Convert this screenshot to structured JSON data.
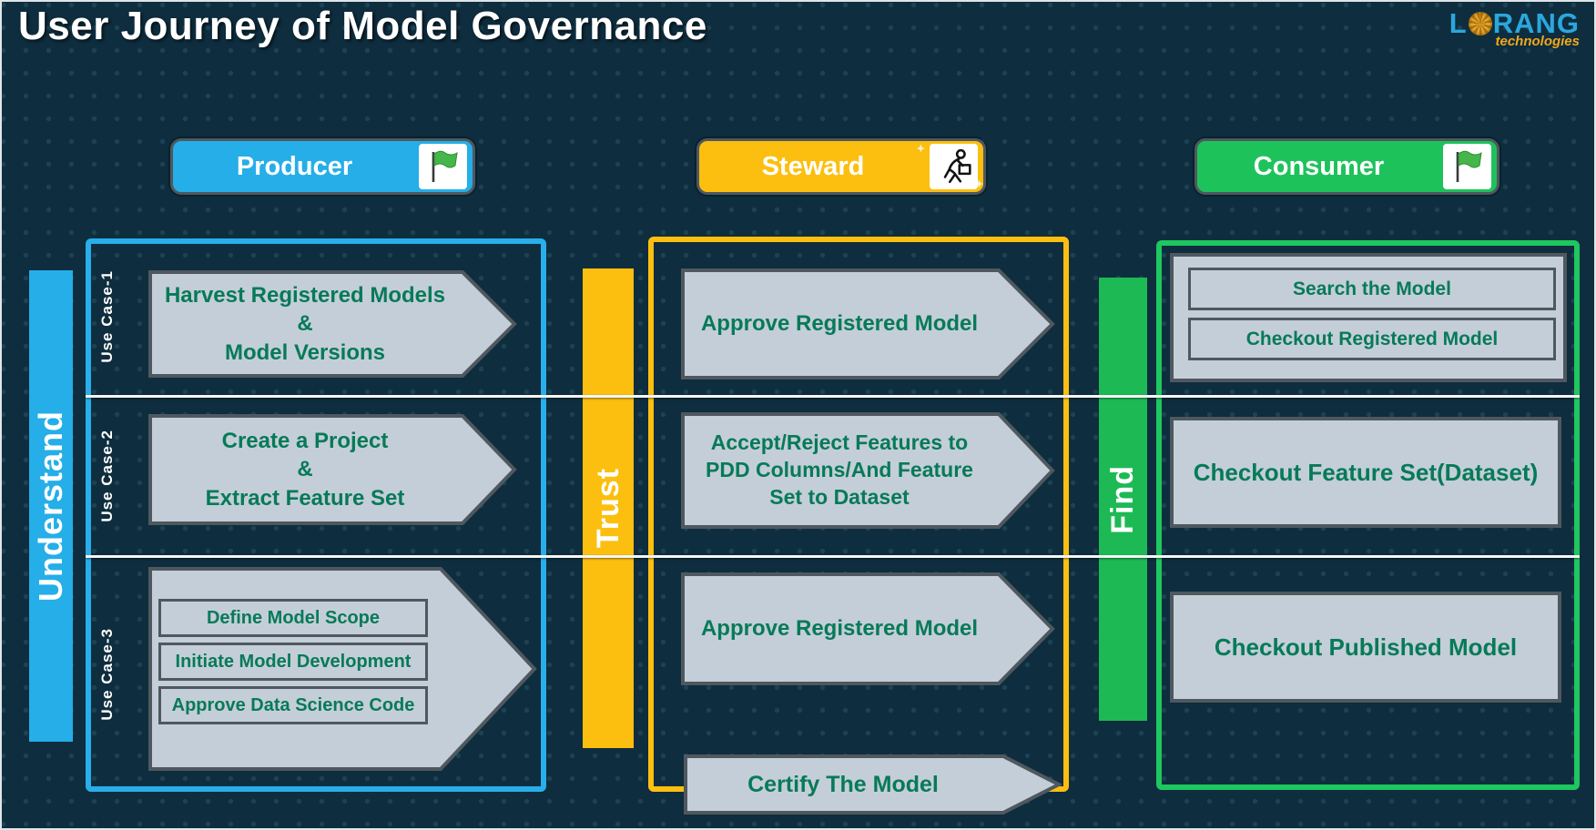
{
  "title": "User Journey of Model Governance",
  "logo": {
    "part1": "L",
    "part2": "RANG",
    "tagline": "technologies",
    "globe_icon": "globe-icon"
  },
  "roles": {
    "producer": "Producer",
    "steward": "Steward",
    "consumer": "Consumer",
    "producer_icon": "flag-icon",
    "steward_icon": "person-carrying-box-icon",
    "consumer_icon": "flag-icon"
  },
  "phases": {
    "understand": "Understand",
    "trust": "Trust",
    "find": "Find"
  },
  "producer": {
    "use_case_1_label": "Use Case-1",
    "use_case_2_label": "Use Case-2",
    "use_case_3_label": "Use Case-3",
    "use_case_1_text": "Harvest Registered Models\n&\nModel Versions",
    "use_case_2_text": "Create a Project\n&\nExtract Feature Set",
    "use_case_3_steps": [
      "Define Model Scope",
      "Initiate Model Development",
      "Approve Data Science Code"
    ]
  },
  "steward": {
    "row1_text": "Approve Registered Model",
    "row2_text": "Accept/Reject  Features to\nPDD Columns/And Feature\nSet to Dataset",
    "row3_text": "Approve Registered Model",
    "footer_text": "Certify The Model"
  },
  "consumer": {
    "row1_items": [
      "Search the Model",
      "Checkout Registered Model"
    ],
    "row2_text": "Checkout Feature Set(Dataset)",
    "row3_text": "Checkout Published Model"
  },
  "colors": {
    "background": "#0e2d3e",
    "producer_blue": "#29aeea",
    "steward_yellow": "#fcbf10",
    "consumer_green": "#1ec75f",
    "find_green": "#1db954",
    "arrow_fill": "#c4ced8",
    "arrow_border": "#4f585f",
    "arrow_text_teal": "#077a58",
    "logo_blue": "#2ba7dd",
    "logo_orange": "#f2a71b"
  }
}
